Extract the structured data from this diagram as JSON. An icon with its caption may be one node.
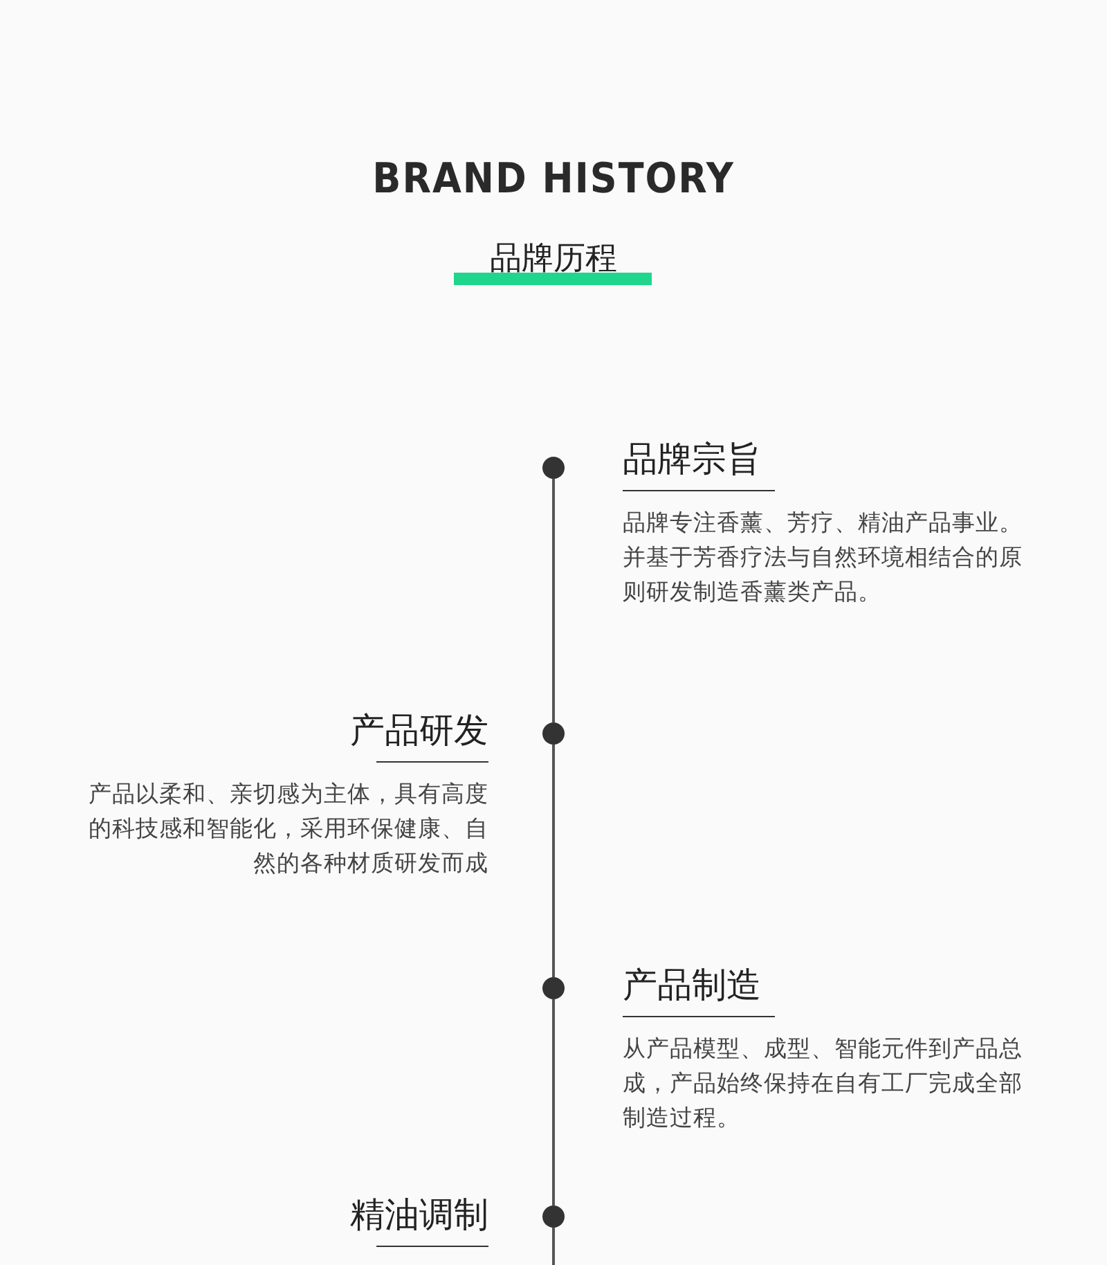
{
  "diagram": {
    "title": "BRAND HISTORY",
    "nodes": [
      {
        "text": [],
        "shape": "circle"
      },
      {
        "text": [
          "品牌宗旨",
          "品牌专注香薰、芳疗、精油产品事业。并基于芳香疗法与自然环境相结合的原则研发制造香薰类产品。"
        ]
      },
      {
        "text": [],
        "shape": "circle"
      },
      {
        "text": [
          "产品研发",
          "产品以柔和、亲切感为主体，具有高度的科技感和智能化，采用环保健康、自然的各种材质研发而成"
        ]
      },
      {
        "text": [],
        "shape": "circle"
      },
      {
        "text": [
          "产品制造",
          "从产品模型、成型、智能元件到产品总成，产品始终保持在自有工厂完成全部制造过程。"
        ]
      },
      {
        "text": [],
        "shape": "circle"
      },
      {
        "text": [
          "精油调制"
        ]
      }
    ],
    "edges": [
      {
        "from": 0,
        "to": 2,
        "arrow": "none"
      },
      {
        "from": 2,
        "to": 4,
        "arrow": "none"
      },
      {
        "from": 4,
        "to": 6,
        "arrow": "none"
      },
      {
        "from": 6,
        "to": null,
        "arrow": "none"
      }
    ],
    "labels": [
      "品牌历程"
    ]
  }
}
